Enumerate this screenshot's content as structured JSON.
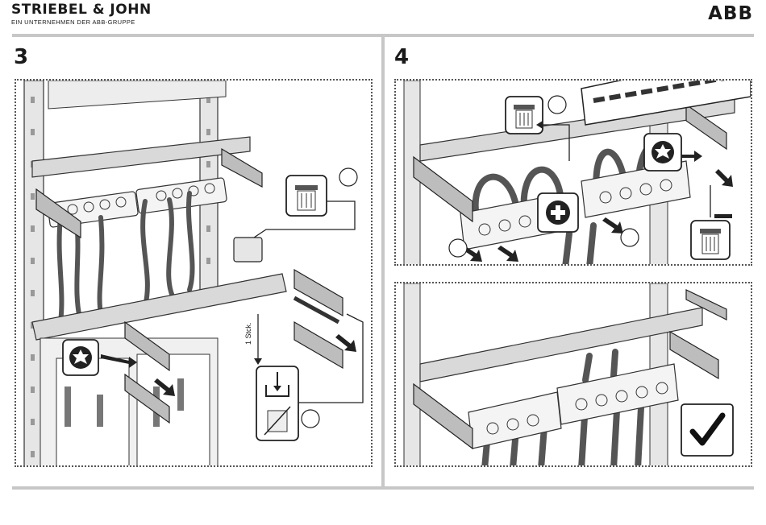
{
  "header": {
    "brand_name": "STRIEBEL & JOHN",
    "brand_subtitle": "EIN UNTERNEHMEN DER ABB-GRUPPE",
    "logo": "ABB"
  },
  "steps": [
    {
      "number": "3",
      "annotation": "1 Stck."
    },
    {
      "number": "4"
    }
  ],
  "icons": [
    "torx-icon",
    "trash-bin-icon",
    "plus-icon",
    "minus-icon",
    "checkmark-icon",
    "insert-box-icon"
  ],
  "colors": {
    "divider": "#c7c7c7",
    "line": "#1a1a1a",
    "rail": "#d9d9d9",
    "cable": "#555555"
  }
}
